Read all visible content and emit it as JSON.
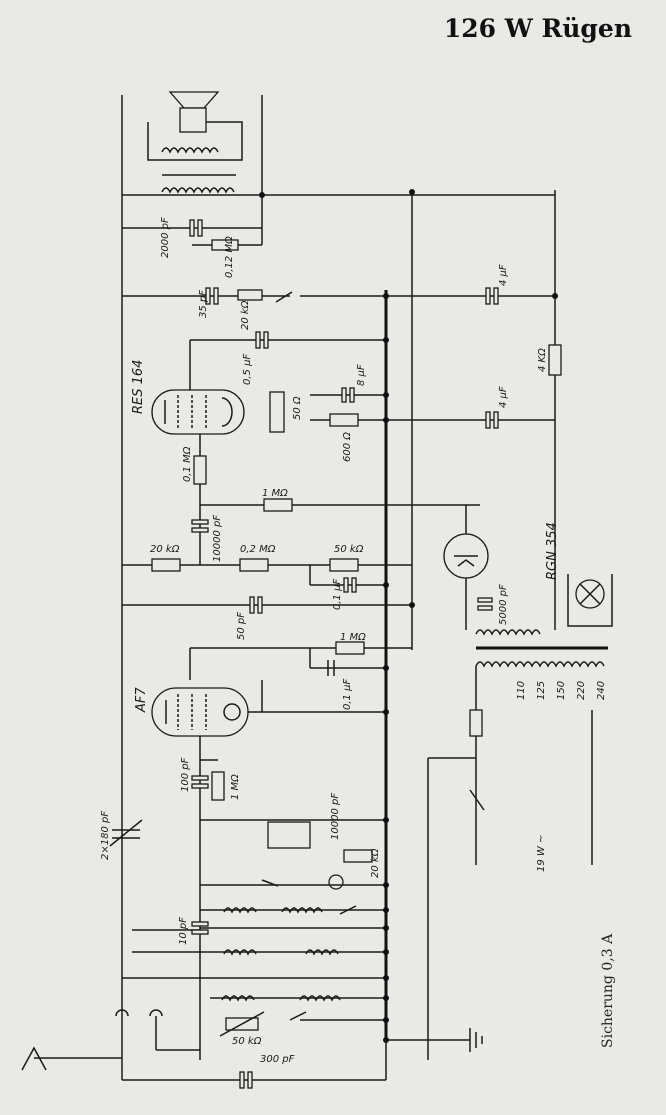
{
  "title": "126 W Rügen",
  "fuse_note": "Sicherung 0,3 A",
  "tubes": {
    "output": "RES 164",
    "detector": "AF7",
    "rectifier": "RGN 354"
  },
  "labels": {
    "c_2000pf": "2000 pF",
    "r_012m": "0,12 MΩ",
    "c_35pf": "35 pF",
    "r_20k_top": "20 kΩ",
    "c_05uf": "0,5 µF",
    "c_8uf": "8 µF",
    "r_50ohm": "50 Ω",
    "r_600ohm": "600 Ω",
    "c_4uf_top": "4 µF",
    "c_4uf_mid": "4 µF",
    "r_4k": "4 KΩ",
    "r_01m": "0,1 MΩ",
    "r_1m_a": "1 MΩ",
    "r_20k_left": "20 kΩ",
    "c_10000pf": "10000 pF",
    "r_02m": "0,2 MΩ",
    "r_50k": "50 kΩ",
    "c_01uf_a": "0,1 µF",
    "c_5000pf": "5000 pF",
    "c_50pf": "50 pF",
    "r_1m_b": "1 MΩ",
    "c_01uf_b": "0,1 µF",
    "c_100pf": "100 pF",
    "r_1m_c": "1 MΩ",
    "c_10000pf_b": "10000 pF",
    "r_20k_b": "20 kΩ",
    "c_tuning": "2×180 pF",
    "c_10pf": "10 pF",
    "r_50k_b": "50 kΩ",
    "c_300pf": "300 pF",
    "power": "19 W ~",
    "taps": [
      "110",
      "125",
      "150",
      "220",
      "240"
    ]
  }
}
